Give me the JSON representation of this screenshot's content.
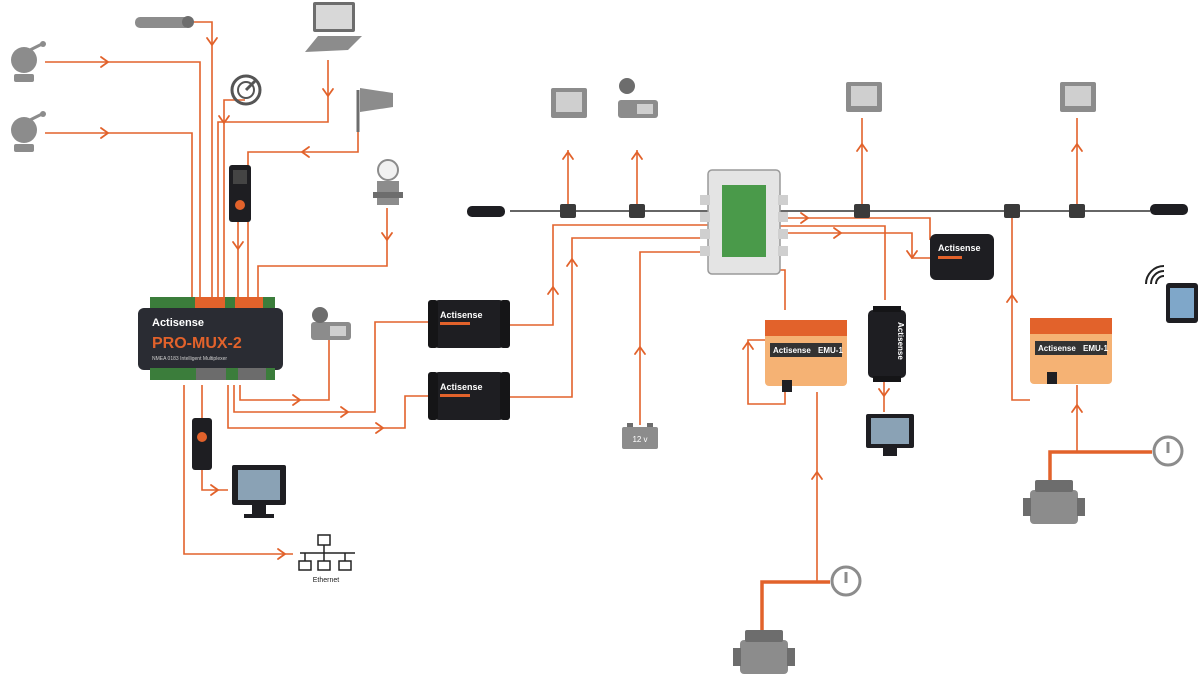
{
  "hub": {
    "brand": "Actisense",
    "model": "PRO-MUX-2",
    "subtitle": "NMEA 0183 Intelligent Multiplexer"
  },
  "gateways": [
    {
      "brand": "Actisense"
    },
    {
      "brand": "Actisense"
    }
  ],
  "network": {
    "label": "Ethernet"
  },
  "battery": {
    "label": "12 v"
  },
  "modules": [
    {
      "brand": "Actisense",
      "model": "EMU-1"
    },
    {
      "brand": "Actisense"
    },
    {
      "brand": "Actisense"
    },
    {
      "brand": "Actisense",
      "model": "EMU-1"
    }
  ],
  "colors": {
    "cable": "#e2622b",
    "device_body": "#1e1e22",
    "peripheral": "#8c8c8c",
    "emu_body": "#f3a45c"
  }
}
